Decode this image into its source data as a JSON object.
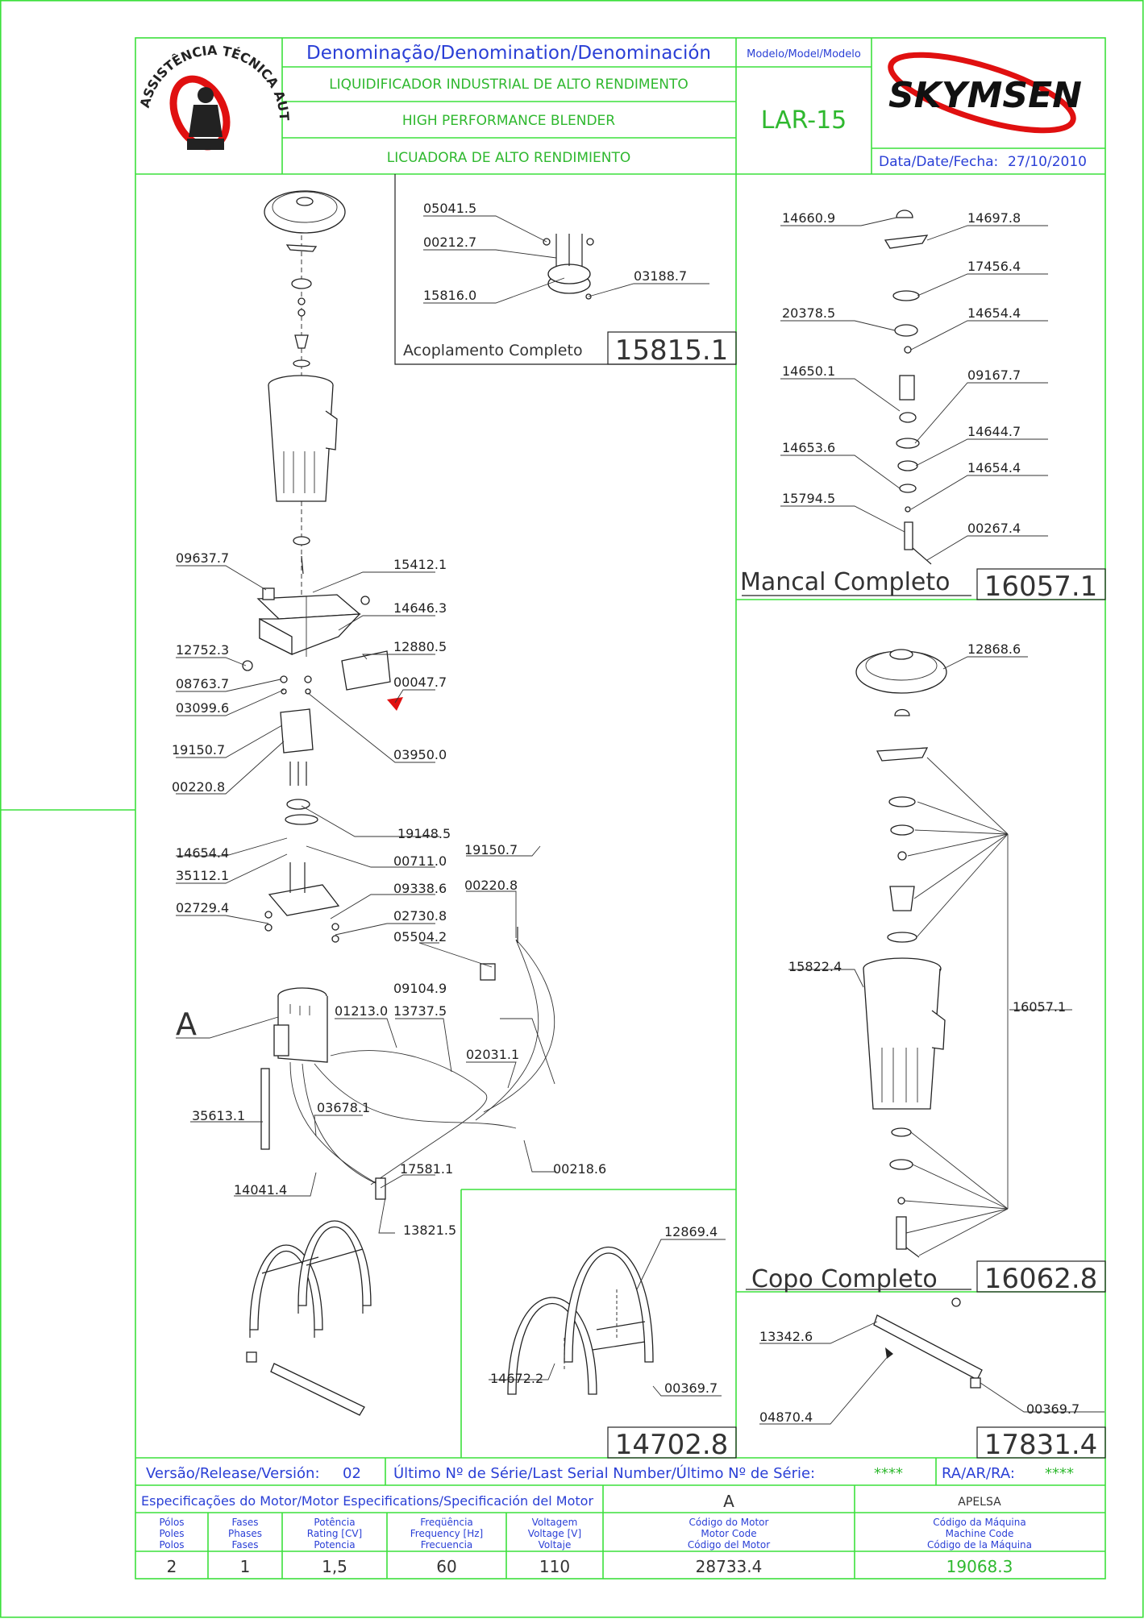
{
  "header": {
    "denomination_title": "Denominação/Denomination/Denominación",
    "name_pt": "LIQUIDIFICADOR INDUSTRIAL DE ALTO RENDIMENTO",
    "name_en": "HIGH PERFORMANCE BLENDER",
    "name_es": "LICUADORA DE ALTO RENDIMIENTO",
    "model_label": "Modelo/Model/Modelo",
    "model_value": "LAR-15",
    "brand": "SKYMSEN",
    "date_label": "Data/Date/Fecha:",
    "date_value": "27/10/2010",
    "seal_text": "ASSISTÊNCIA TÉCNICA AUTORIZADA"
  },
  "assemblies": {
    "coupling": {
      "title": "Acoplamento Completo",
      "code": "15815.1",
      "parts": [
        "05041.5",
        "00212.7",
        "15816.0",
        "03188.7"
      ]
    },
    "bearing": {
      "title": "Mancal Completo",
      "code": "16057.1",
      "parts": [
        "14660.9",
        "14697.8",
        "17456.4",
        "20378.5",
        "14654.4",
        "14650.1",
        "09167.7",
        "14653.6",
        "14644.7",
        "14654.4",
        "15794.5",
        "00267.4"
      ]
    },
    "cup": {
      "title": "Copo Completo",
      "code": "16062.8",
      "parts": [
        "12868.6",
        "15822.4",
        "16057.1"
      ]
    },
    "stand": {
      "code": "14702.8",
      "parts": [
        "12869.4",
        "14672.2",
        "00369.7"
      ]
    },
    "base": {
      "code": "17831.4",
      "parts": [
        "13342.6",
        "04870.4",
        "00369.7"
      ]
    }
  },
  "main_parts": {
    "p09637": "09637.7",
    "p15412": "15412.1",
    "p14646": "14646.3",
    "p12752": "12752.3",
    "p12880": "12880.5",
    "p08763": "08763.7",
    "p00047": "00047.7",
    "p03099": "03099.6",
    "p19150a": "19150.7",
    "p03950": "03950.0",
    "p00220a": "00220.8",
    "p19148": "19148.5",
    "p14654": "14654.4",
    "p00711": "00711.0",
    "p19150b": "19150.7",
    "p35112": "35112.1",
    "p09338": "09338.6",
    "p00220b": "00220.8",
    "p02729": "02729.4",
    "p02730": "02730.8",
    "p05504": "05504.2",
    "p09104": "09104.9",
    "motor_letter": "A",
    "p01213": "01213.0",
    "p13737": "13737.5",
    "p02031": "02031.1",
    "p35613": "35613.1",
    "p03678": "03678.1",
    "p00218": "00218.6",
    "p17581": "17581.1",
    "p14041": "14041.4",
    "p13821": "13821.5"
  },
  "footer": {
    "version_label": "Versão/Release/Versión:",
    "version_value": "02",
    "serial_label": "Último Nº de Série/Last Serial Number/Último Nº de Série:",
    "serial_value": "****",
    "ra_label": "RA/AR/RA:",
    "ra_value": "****",
    "motor_spec_label": "Especificações do Motor/Motor Especifications/Specificación del Motor",
    "motor_type": "A",
    "manufacturer": "APELSA",
    "columns": [
      {
        "l1": "Pólos",
        "l2": "Poles",
        "l3": "Polos",
        "value": "2"
      },
      {
        "l1": "Fases",
        "l2": "Phases",
        "l3": "Fases",
        "value": "1"
      },
      {
        "l1": "Potência",
        "l2": "Rating [CV]",
        "l3": "Potencia",
        "value": "1,5"
      },
      {
        "l1": "Freqüência",
        "l2": "Frequency [Hz]",
        "l3": "Frecuencia",
        "value": "60"
      },
      {
        "l1": "Voltagem",
        "l2": "Voltage [V]",
        "l3": "Voltaje",
        "value": "110"
      },
      {
        "l1": "Código do Motor",
        "l2": "Motor Code",
        "l3": "Código del Motor",
        "value": "28733.4"
      },
      {
        "l1": "Código da Máquina",
        "l2": "Machine Code",
        "l3": "Código de la Máquina",
        "value": "19068.3"
      }
    ]
  },
  "colors": {
    "frame": "#3ce03c",
    "text_blue": "#2a3fd6",
    "text_green": "#2fb82f",
    "brand_red": "#e01010"
  }
}
